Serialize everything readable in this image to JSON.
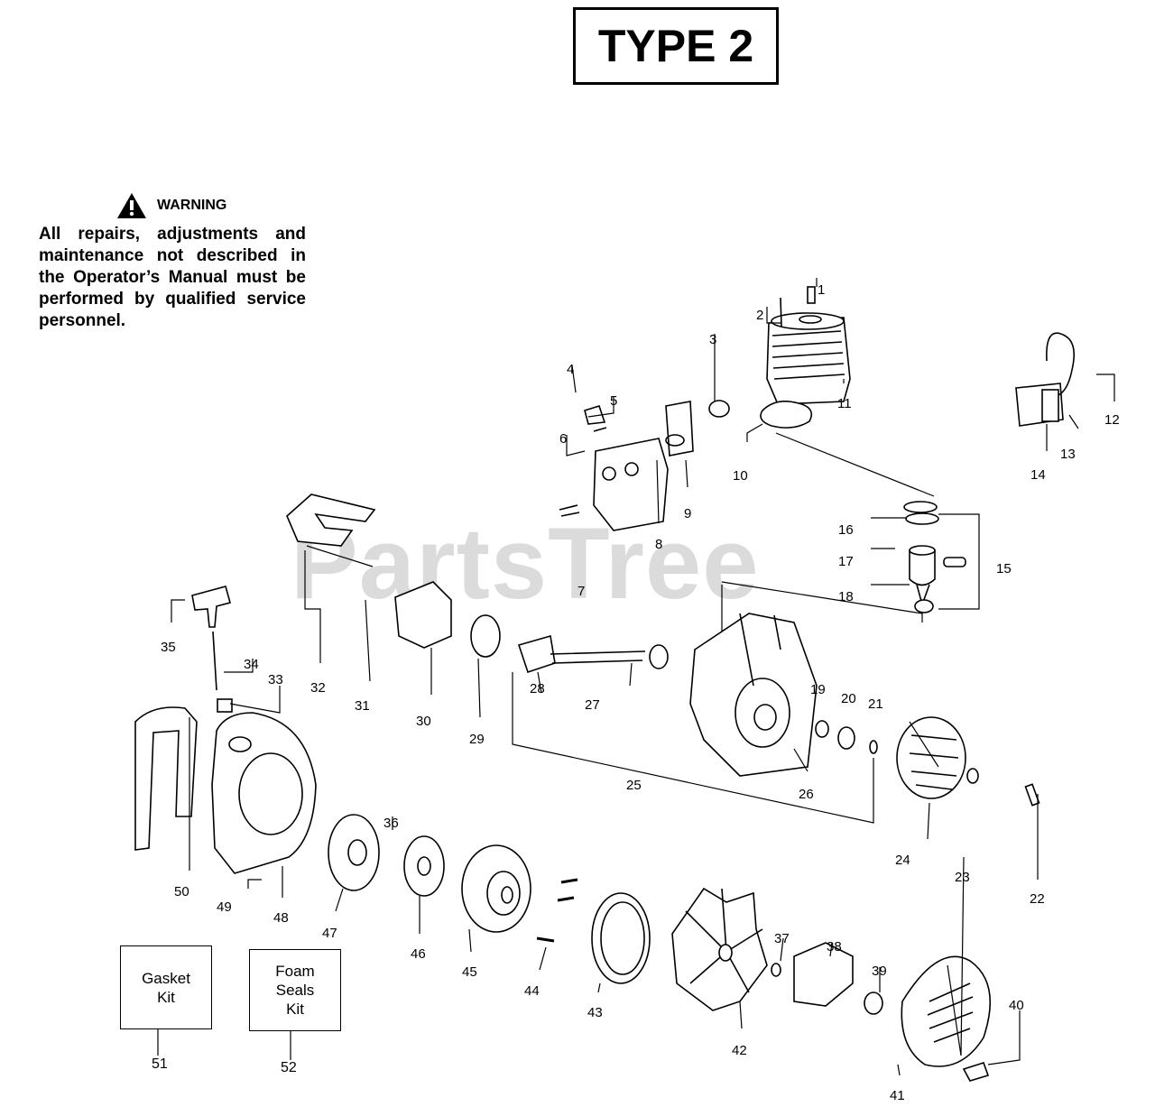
{
  "header": {
    "type_label": "TYPE 2"
  },
  "warning": {
    "icon": "warning-triangle-icon",
    "heading": "WARNING",
    "text": "All repairs, adjustments and maintenance not described in the Operator’s Manual must be performed by qualified service personnel."
  },
  "watermark": "PartsTree",
  "kits": {
    "gasket": {
      "label": "Gasket\nKit",
      "number": "51"
    },
    "foam": {
      "label": "Foam\nSeals\nKit",
      "number": "52"
    }
  },
  "part_numbers": [
    "1",
    "2",
    "3",
    "4",
    "5",
    "6",
    "7",
    "8",
    "9",
    "10",
    "11",
    "12",
    "13",
    "14",
    "15",
    "16",
    "17",
    "18",
    "19",
    "20",
    "21",
    "22",
    "23",
    "24",
    "25",
    "26",
    "27",
    "28",
    "29",
    "30",
    "31",
    "32",
    "33",
    "34",
    "35",
    "36",
    "37",
    "38",
    "39",
    "40",
    "41",
    "42",
    "43",
    "44",
    "45",
    "46",
    "47",
    "48",
    "49",
    "50"
  ]
}
